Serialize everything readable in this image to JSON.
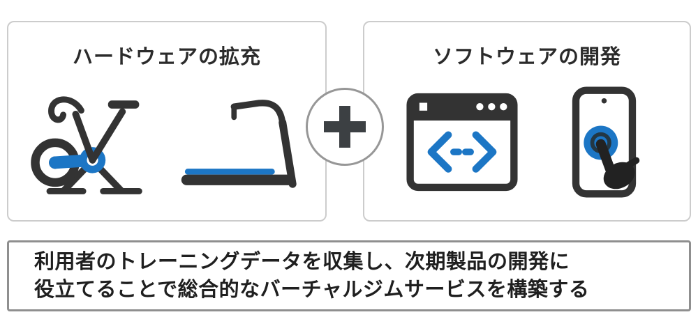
{
  "left_panel": {
    "title": "ハードウェアの拡充",
    "icons": [
      {
        "name": "exercise-bike-icon"
      },
      {
        "name": "treadmill-icon"
      }
    ]
  },
  "right_panel": {
    "title": "ソフトウェアの開発",
    "icons": [
      {
        "name": "browser-code-icon"
      },
      {
        "name": "smartphone-touch-icon"
      }
    ]
  },
  "connector": {
    "name": "plus-icon",
    "symbol": "+"
  },
  "description": {
    "line1": "利用者のトレーニングデータを収集し、次期製品の開発に",
    "line2": "役立てることで総合的なバーチャルジムサービスを構築する"
  },
  "colors": {
    "accent_blue": "#1c76c5",
    "icon_dark": "#333333",
    "panel_border": "#cccccc",
    "description_border": "#8f8f8f",
    "text": "#1f1f1f"
  }
}
